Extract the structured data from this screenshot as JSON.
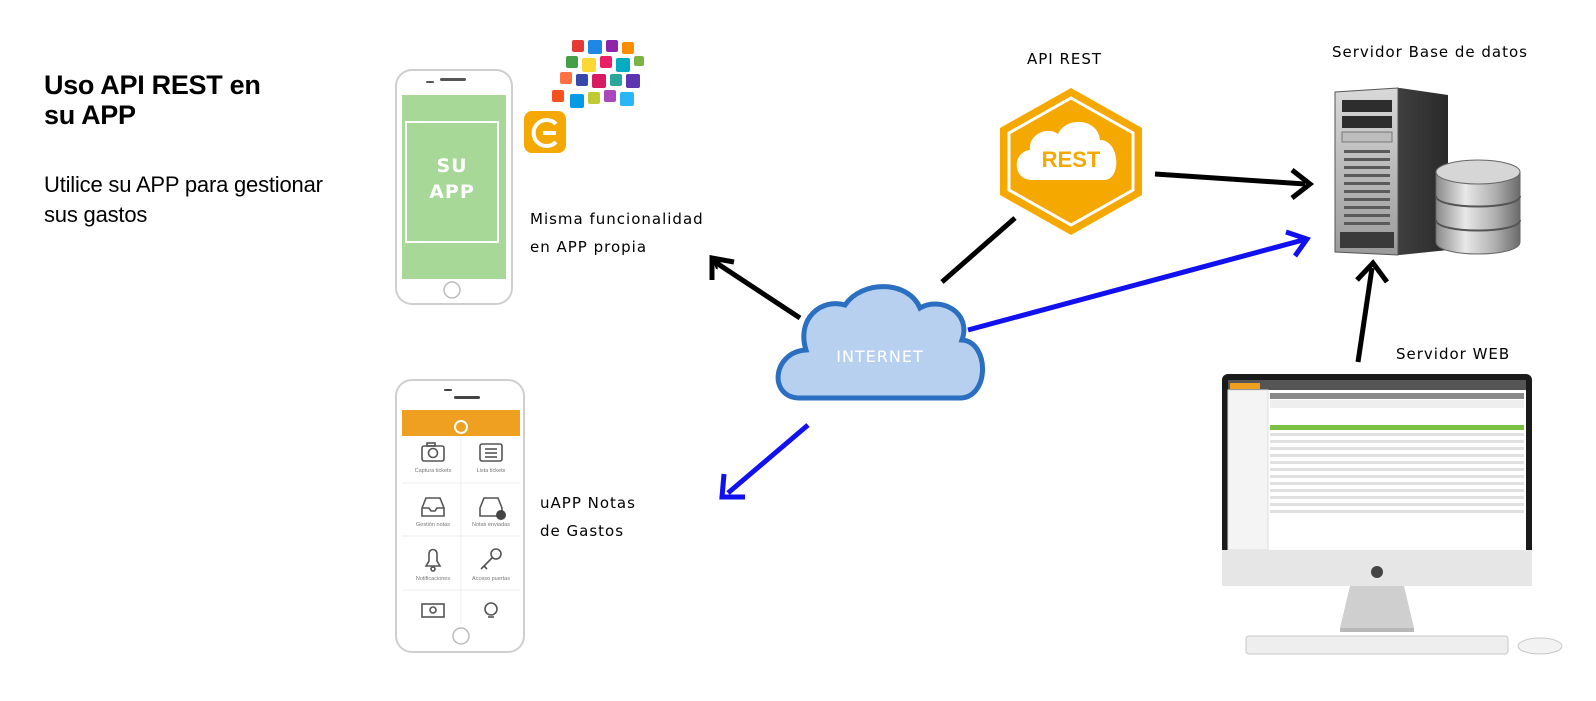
{
  "heading": {
    "title_line1": "Uso API REST en",
    "title_line2": "su APP",
    "subtitle_line1": "Utilice su APP para gestionar",
    "subtitle_line2": "sus gastos"
  },
  "labels": {
    "api_rest": "API REST",
    "db_server": "Servidor Base de datos",
    "web_server": "Servidor WEB",
    "internet": "INTERNET",
    "rest_badge": "REST",
    "own_app_line1": "Misma funcionalidad",
    "own_app_line2": "en APP propia",
    "uapp_line1": "uAPP Notas",
    "uapp_line2": "de Gastos"
  },
  "su_app_phone": {
    "screen_line1": "SU",
    "screen_line2": "APP",
    "screen_color": "#a8d898"
  },
  "uapp_phone": {
    "header_color": "#f0a020",
    "tiles": [
      {
        "icon": "camera-icon",
        "label": "Captura tickets"
      },
      {
        "icon": "ticket-list-icon",
        "label": "Lista tickets"
      },
      {
        "icon": "inbox-icon",
        "label": "Gestión notas"
      },
      {
        "icon": "inbox-check-icon",
        "label": "Notas enviadas"
      },
      {
        "icon": "bell-icon",
        "label": "Notificaciones"
      },
      {
        "icon": "key-icon",
        "label": "Acceso puertas"
      }
    ]
  },
  "colors": {
    "arrow_black": "#000000",
    "arrow_blue": "#1010f0",
    "rest_orange": "#f5a800",
    "cloud_fill": "#b8d0f0",
    "cloud_stroke": "#2a6fc0"
  }
}
